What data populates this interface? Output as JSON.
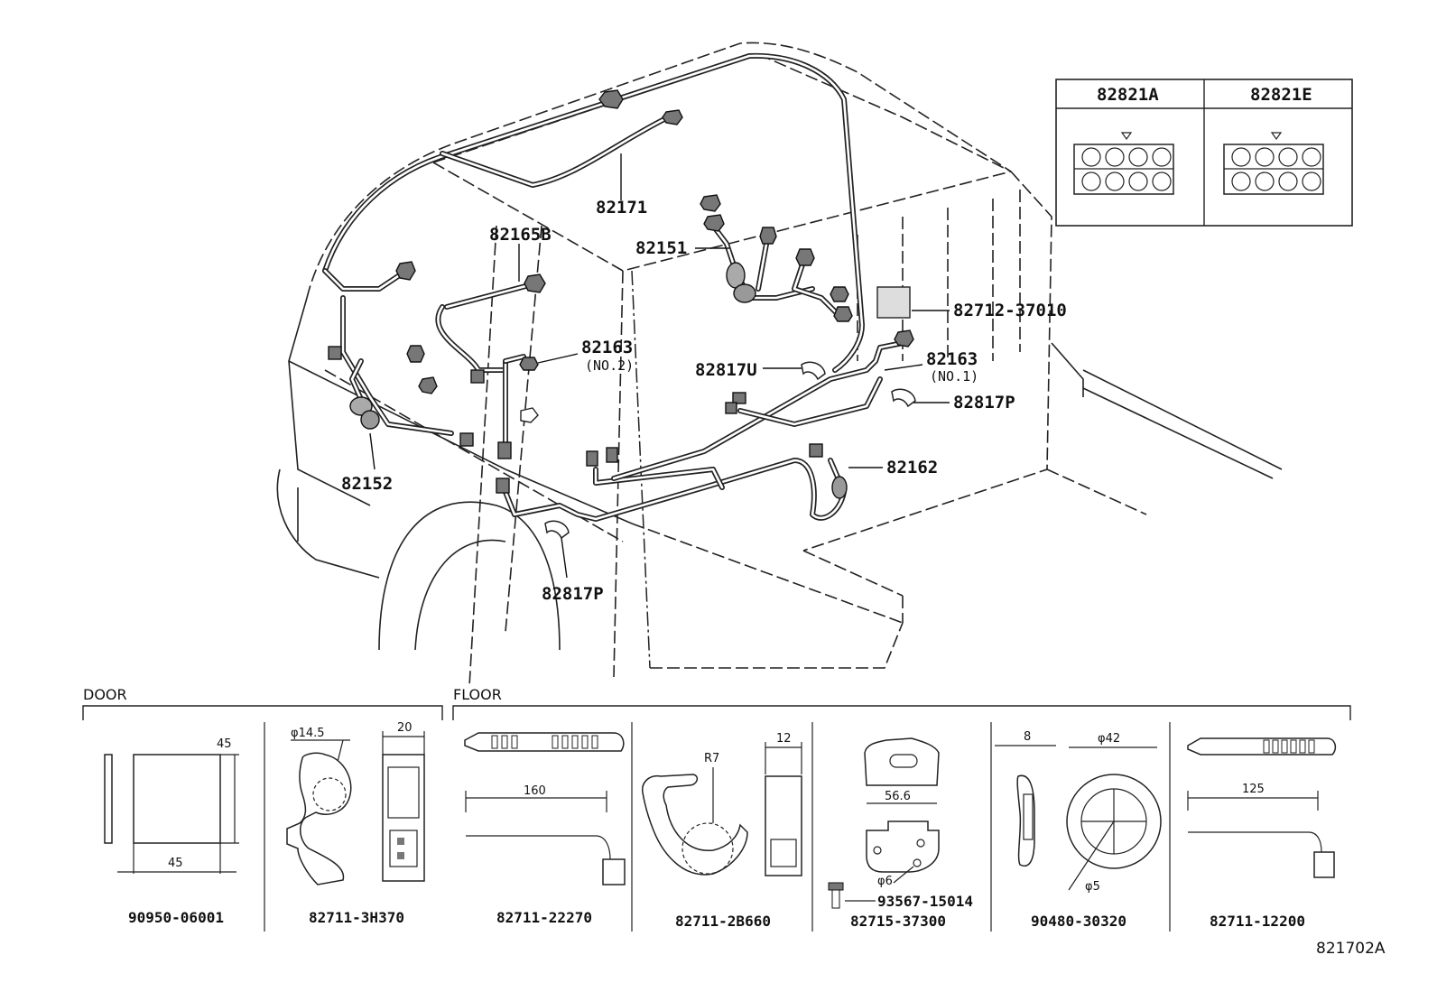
{
  "diagram": {
    "callouts": {
      "c82171": "82171",
      "c82165b": "82165B",
      "c82151": "82151",
      "c82712": "82712-37010",
      "c82163_no2": "82163",
      "c82163_no2_sub": "(NO.2)",
      "c82163_no1": "82163",
      "c82163_no1_sub": "(NO.1)",
      "c82817u": "82817U",
      "c82817p_right": "82817P",
      "c82162": "82162",
      "c82152": "82152",
      "c82817p_bottom": "82817P"
    },
    "connector_box": {
      "left_title": "82821A",
      "right_title": "82821E"
    },
    "sections": {
      "door": "DOOR",
      "floor": "FLOOR"
    },
    "parts": [
      {
        "number": "90950-06001",
        "dims": [
          "45",
          "45"
        ]
      },
      {
        "number": "82711-3H370",
        "dims": [
          "φ14.5",
          "20"
        ]
      },
      {
        "number": "82711-22270",
        "dims": [
          "160"
        ]
      },
      {
        "number": "82711-2B660",
        "dims": [
          "R7",
          "12"
        ]
      },
      {
        "number": "82715-37300",
        "dims": [
          "56.6",
          "φ6"
        ],
        "screw": "93567-15014"
      },
      {
        "number": "90480-30320",
        "dims": [
          "8",
          "φ42",
          "φ5"
        ]
      },
      {
        "number": "82711-12200",
        "dims": [
          "125"
        ]
      }
    ],
    "figure_code": "821702A"
  }
}
